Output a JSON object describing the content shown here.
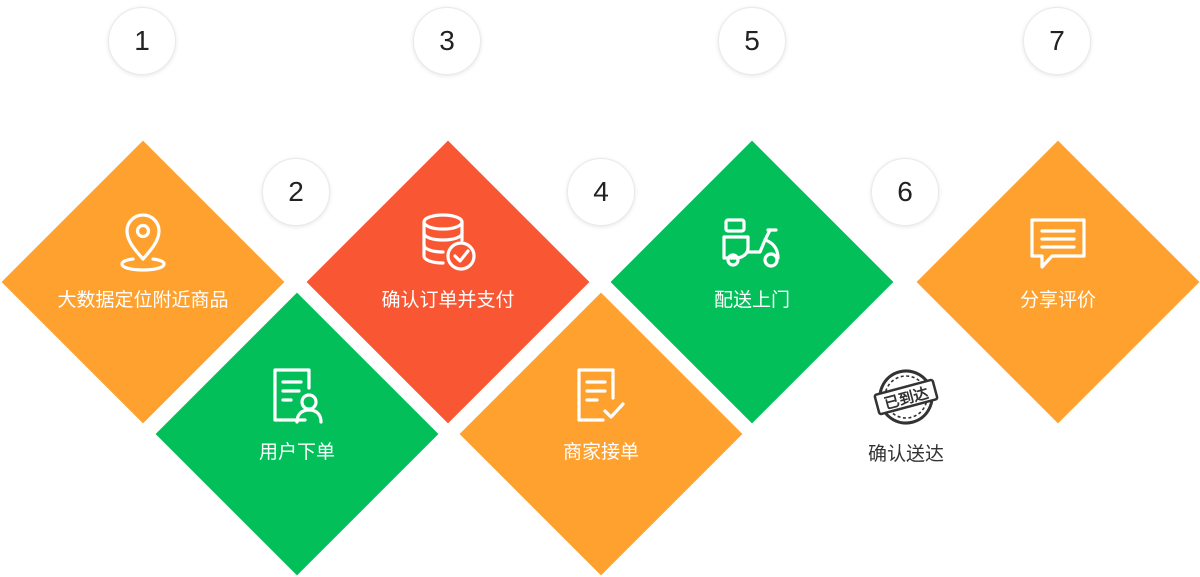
{
  "colors": {
    "orange": "#FFA12F",
    "red": "#F95733",
    "green": "#03BF5A",
    "stamp": "#333333"
  },
  "steps": [
    {
      "number": "1",
      "label": "大数据定位附近商品",
      "icon": "location-pin-icon",
      "color": "#FFA12F"
    },
    {
      "number": "2",
      "label": "用户下单",
      "icon": "order-form-user-icon",
      "color": "#03BF5A"
    },
    {
      "number": "3",
      "label": "确认订单并支付",
      "icon": "coin-stack-check-icon",
      "color": "#F95733"
    },
    {
      "number": "4",
      "label": "商家接单",
      "icon": "document-check-icon",
      "color": "#FFA12F"
    },
    {
      "number": "5",
      "label": "配送上门",
      "icon": "delivery-scooter-icon",
      "color": "#03BF5A"
    },
    {
      "number": "6",
      "label": "确认送达",
      "icon": "arrived-stamp-icon",
      "color": ""
    },
    {
      "number": "7",
      "label": "分享评价",
      "icon": "chat-bubble-icon",
      "color": "#FFA12F"
    }
  ],
  "stamp_text": "已到达"
}
